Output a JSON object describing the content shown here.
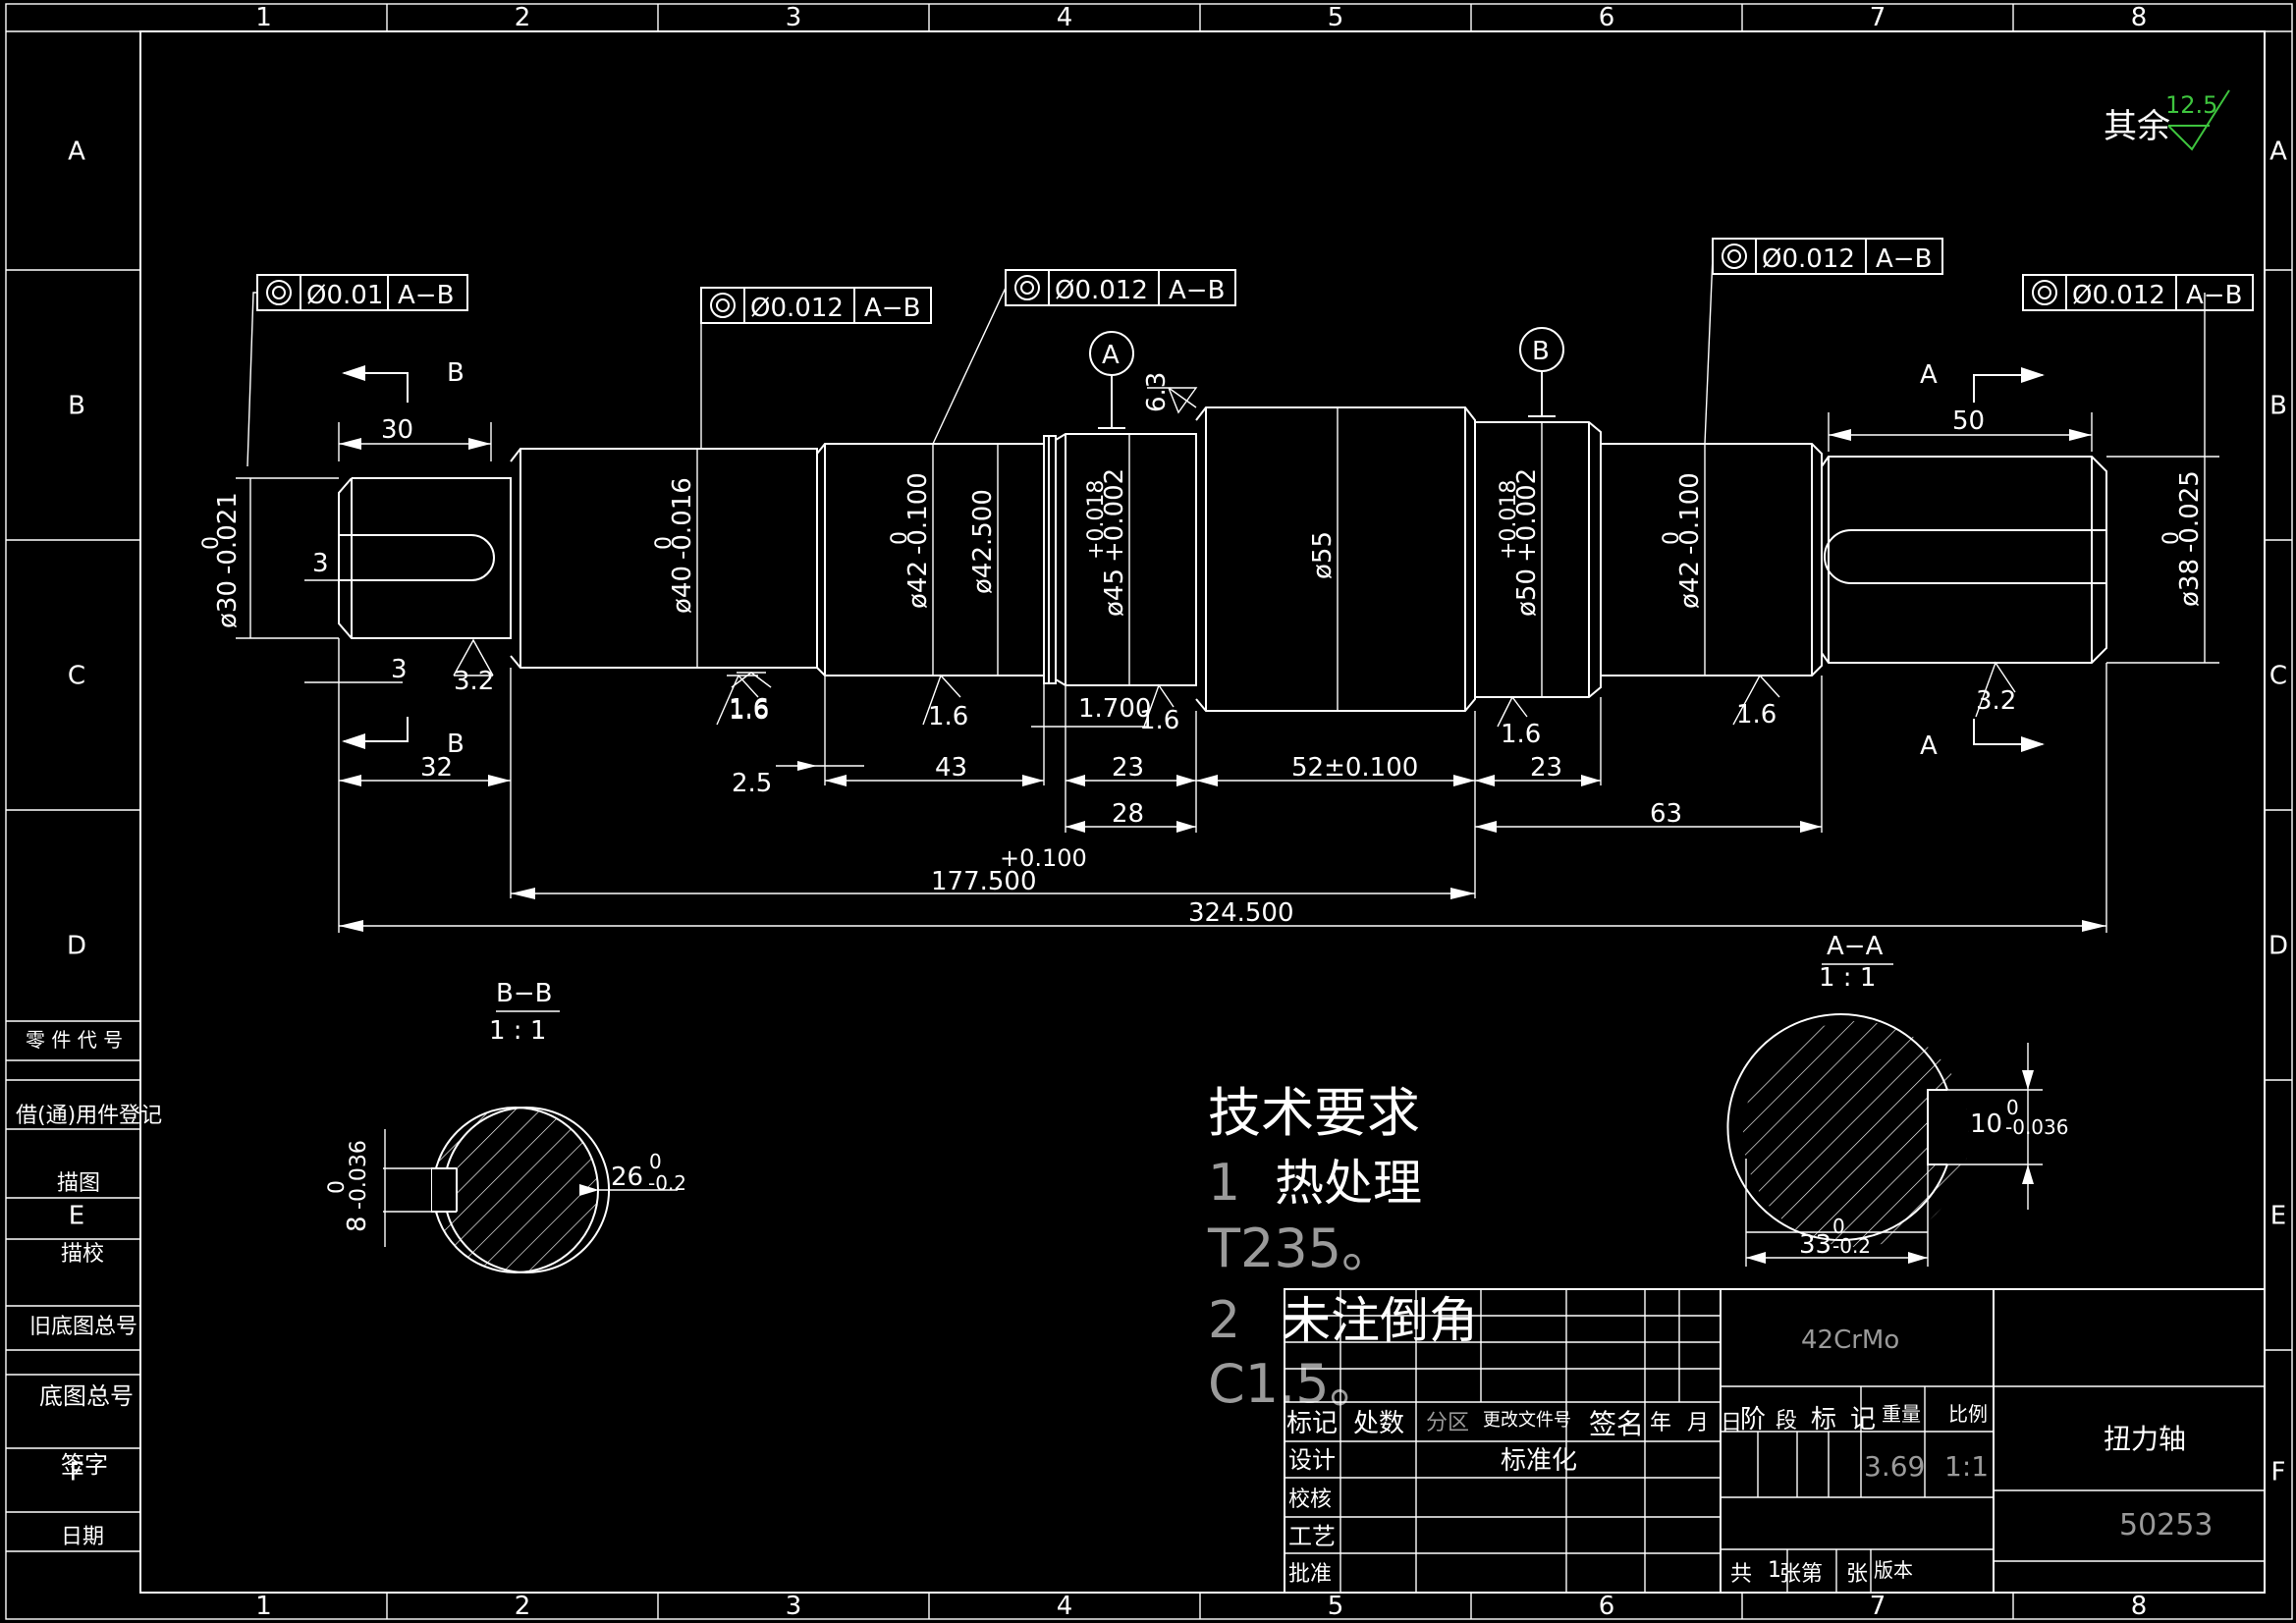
{
  "border": {
    "columns": [
      "1",
      "2",
      "3",
      "4",
      "5",
      "6",
      "7",
      "8"
    ],
    "rows": [
      "A",
      "B",
      "C",
      "D",
      "E",
      "F"
    ]
  },
  "roughness_note": {
    "text": "其余",
    "value": "12.5"
  },
  "section_labels": {
    "A": "A",
    "B": "B",
    "circle_A": "A",
    "circle_B": "B"
  },
  "tolerance_frames": [
    {
      "symbol": "◎",
      "value": "Ø0.01",
      "datum": "A−B"
    },
    {
      "symbol": "◎",
      "value": "Ø0.012",
      "datum": "A−B"
    },
    {
      "symbol": "◎",
      "value": "Ø0.012",
      "datum": "A−B"
    },
    {
      "symbol": "◎",
      "value": "Ø0.012",
      "datum": "A−B"
    },
    {
      "symbol": "◎",
      "value": "Ø0.012",
      "datum": "A−B"
    }
  ],
  "diameters": [
    {
      "text": "ø30",
      "tol_upper": "0",
      "tol_lower": "-0.021"
    },
    {
      "text": "ø40",
      "tol_upper": "0",
      "tol_lower": "-0.016"
    },
    {
      "text": "ø42",
      "tol_upper": "0",
      "tol_lower": "-0.100"
    },
    {
      "text": "ø42.500"
    },
    {
      "text": "ø45",
      "tol_upper": "+0.018",
      "tol_lower": "+0.002"
    },
    {
      "text": "ø55"
    },
    {
      "text": "ø50",
      "tol_upper": "+0.018",
      "tol_lower": "+0.002"
    },
    {
      "text": "ø42",
      "tol_upper": "0",
      "tol_lower": "-0.100"
    },
    {
      "text": "ø38",
      "tol_upper": "0",
      "tol_lower": "-0.025"
    }
  ],
  "lengths": {
    "l30": "30",
    "l50": "50",
    "l32": "32",
    "l2_5": "2.5",
    "l43": "43",
    "l23a": "23",
    "l52": "52±0.100",
    "l23b": "23",
    "l28": "28",
    "l63": "63",
    "l177": "177.500",
    "l177_tol": "+0.100",
    "l324": "324.500",
    "l1_700": "1.700",
    "key3a": "3",
    "key3b": "3"
  },
  "roughness_marks": [
    "3.2",
    "1.6",
    "1.6",
    "1.6",
    "1.6",
    "1.6",
    "1.6",
    "3.2",
    "6.3"
  ],
  "section_bb": {
    "title": "B−B",
    "scale": "1 : 1",
    "width": "26",
    "width_tol": "-0.2",
    "width_tol0": "0",
    "key": "8",
    "key_tol": "-0.036",
    "key_tol0": "0"
  },
  "section_aa": {
    "title": "A−A",
    "scale": "1 : 1",
    "key": "10",
    "key_tol": "-0.036",
    "key_tol0": "0",
    "depth": "33",
    "depth_tol": "-0.2",
    "depth_tol0": "0"
  },
  "tech_requirements": {
    "title": "技术要求",
    "item1_no": "1",
    "item1": "热处理",
    "item1_detail": "T235。",
    "item2_no": "2",
    "item2": "未注倒角",
    "item2_detail": "C1.5。"
  },
  "left_block": [
    "零 件 代 号",
    "借(通)用件登记",
    "描图",
    "描校",
    "旧底图总号",
    "底图总号",
    "签字",
    "日期"
  ],
  "title_block": {
    "material": "42CrMo",
    "part_name": "扭力轴",
    "drawing_no": "50253",
    "weight": "3.69",
    "scale": "1:1",
    "headers": [
      "标记",
      "处数",
      "分区",
      "更改文件号",
      "签名",
      "年",
      "月",
      "日"
    ],
    "stage_headers": [
      "阶",
      "段",
      "标",
      "记",
      "重量",
      "比例"
    ],
    "rows": [
      "设计",
      "校核",
      "工艺",
      "批准"
    ],
    "standardize": "标准化",
    "footer": [
      "共",
      "1",
      "张第",
      "张",
      "版本"
    ]
  }
}
